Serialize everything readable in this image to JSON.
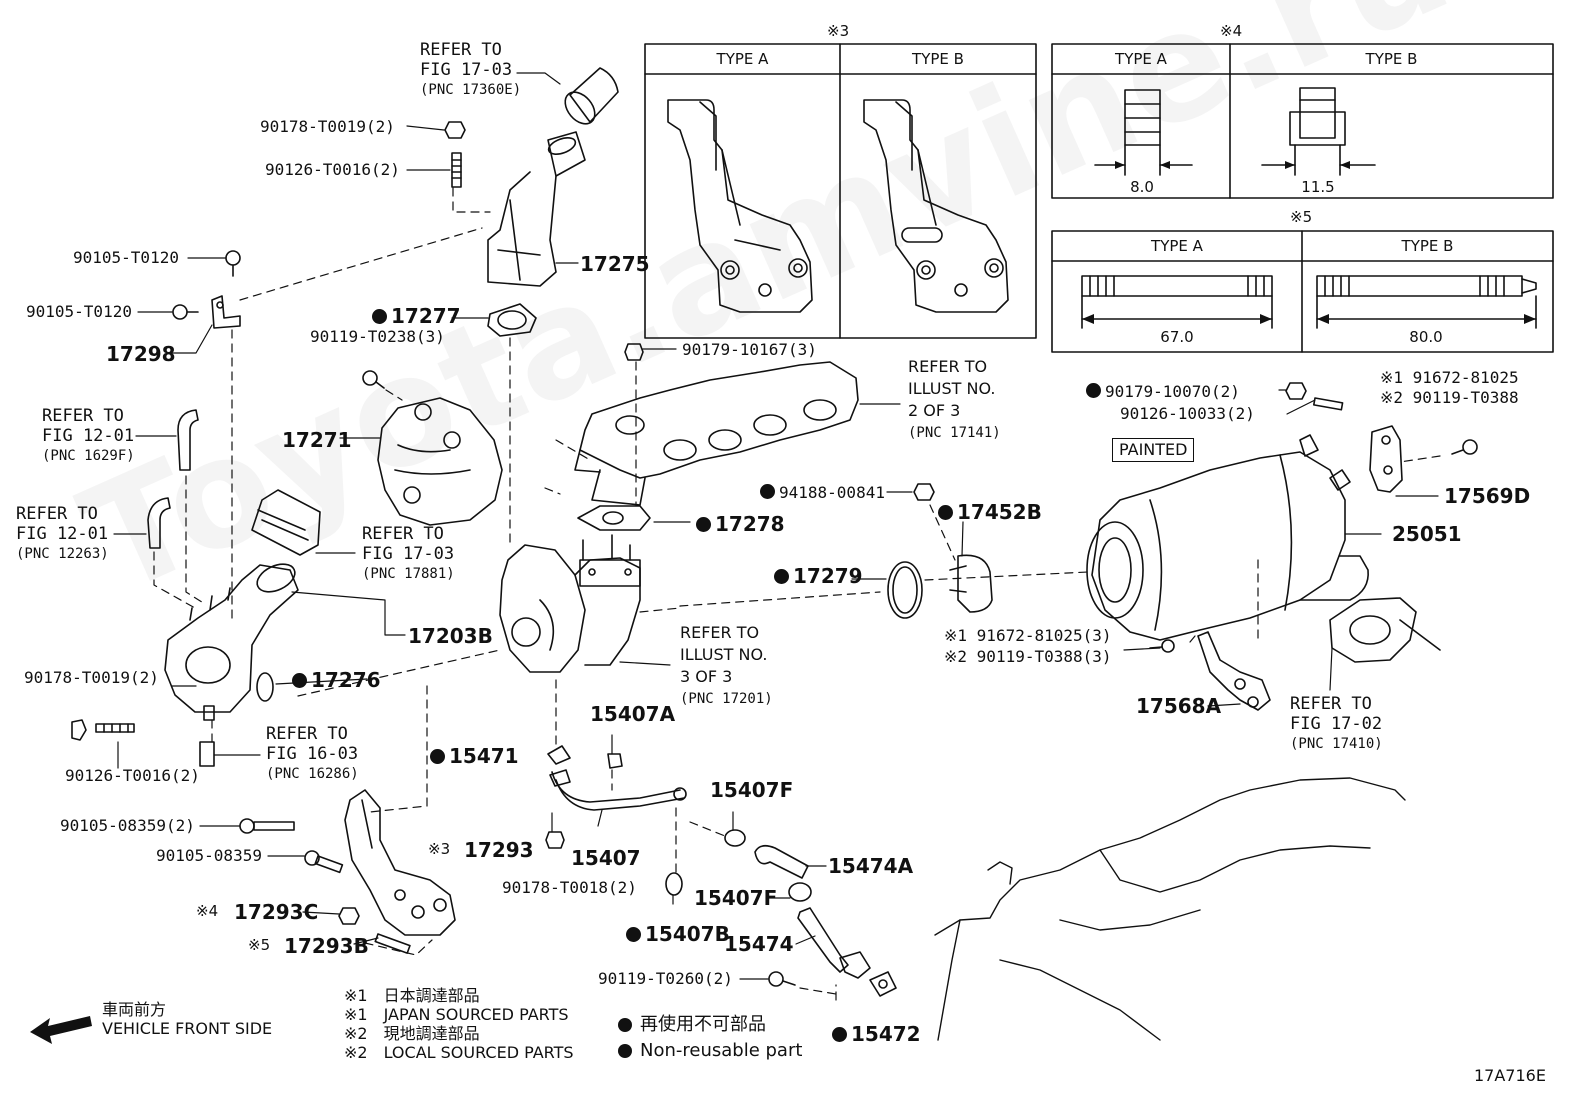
{
  "watermark": "Toyota.amvine.ru",
  "figure_code": "17A716E",
  "front": {
    "line1": "車両前方",
    "line2": "VEHICLE FRONT SIDE"
  },
  "legend": {
    "j1": "※1　日本調達部品",
    "e1": "※1　JAPAN SOURCED PARTS",
    "j2": "※2　現地調達部品",
    "e2": "※2　LOCAL SOURCED PARTS",
    "nr_j": "再使用不可部品",
    "nr_e": "Non-reusable part"
  },
  "box3": {
    "title": "※3",
    "typeA": "TYPE A",
    "typeB": "TYPE B"
  },
  "box4": {
    "title": "※4",
    "typeA": "TYPE A",
    "typeB": "TYPE B",
    "dimA": "8.0",
    "dimB": "11.5"
  },
  "box5": {
    "title": "※5",
    "typeA": "TYPE A",
    "typeB": "TYPE B",
    "dimA": "67.0",
    "dimB": "80.0"
  },
  "painted": "PAINTED",
  "parts": {
    "p17275": "17275",
    "p17298": "17298",
    "p17277": "17277",
    "p17271": "17271",
    "p17203B": "17203B",
    "p17276": "17276",
    "p15471": "15471",
    "p15407A": "15407A",
    "p17293": "17293",
    "p17293C": "17293C",
    "p17293B": "17293B",
    "p15407": "15407",
    "p15407F_1": "15407F",
    "p15407F_2": "15407F",
    "p15474A": "15474A",
    "p15407B": "15407B",
    "p15474": "15474",
    "p15472": "15472",
    "p17278": "17278",
    "p17279": "17279",
    "p17452B": "17452B",
    "p25051": "25051",
    "p17569D": "17569D",
    "p17568A": "17568A"
  },
  "partnos": {
    "n1": "90178-T0019(2)",
    "n2": "90126-T0016(2)",
    "n3": "90105-T0120",
    "n4": "90105-T0120",
    "n5": "90119-T0238(3)",
    "n6": "90179-10167(3)",
    "n7": "90178-T0019(2)",
    "n8": "90126-T0016(2)",
    "n9": "90105-08359(2)",
    "n10": "90105-08359",
    "n11": "90178-T0018(2)",
    "n12": "90119-T0260(2)",
    "n13": "94188-00841",
    "n14": "90179-10070(2)",
    "n15": "90126-10033(2)",
    "n16a": "※1 91672-81025",
    "n16b": "※2 90119-T0388",
    "n17a": "※1 91672-81025(3)",
    "n17b": "※2 90119-T0388(3)"
  },
  "marks": {
    "m3": "※3",
    "m4": "※4",
    "m5": "※5"
  },
  "refs": {
    "r1": {
      "l1": "REFER TO",
      "l2": "FIG 17-03",
      "l3": "(PNC 17360E)"
    },
    "r2": {
      "l1": "REFER TO",
      "l2": "FIG 12-01",
      "l3": "(PNC 1629F)"
    },
    "r3": {
      "l1": "REFER TO",
      "l2": "FIG 12-01",
      "l3": "(PNC 12263)"
    },
    "r4": {
      "l1": "REFER TO",
      "l2": "FIG 17-03",
      "l3": "(PNC 17881)"
    },
    "r5": {
      "l1": "REFER TO",
      "l2": "FIG 16-03",
      "l3": "(PNC 16286)"
    },
    "r6": {
      "l1": "REFER TO",
      "l2": "ILLUST NO.",
      "l2b": "2 OF 3",
      "l3": "(PNC 17141)"
    },
    "r7": {
      "l1": "REFER TO",
      "l2": "ILLUST NO.",
      "l2b": "3 OF 3",
      "l3": "(PNC 17201)"
    },
    "r8": {
      "l1": "REFER TO",
      "l2": "FIG 17-02",
      "l3": "(PNC 17410)"
    }
  }
}
